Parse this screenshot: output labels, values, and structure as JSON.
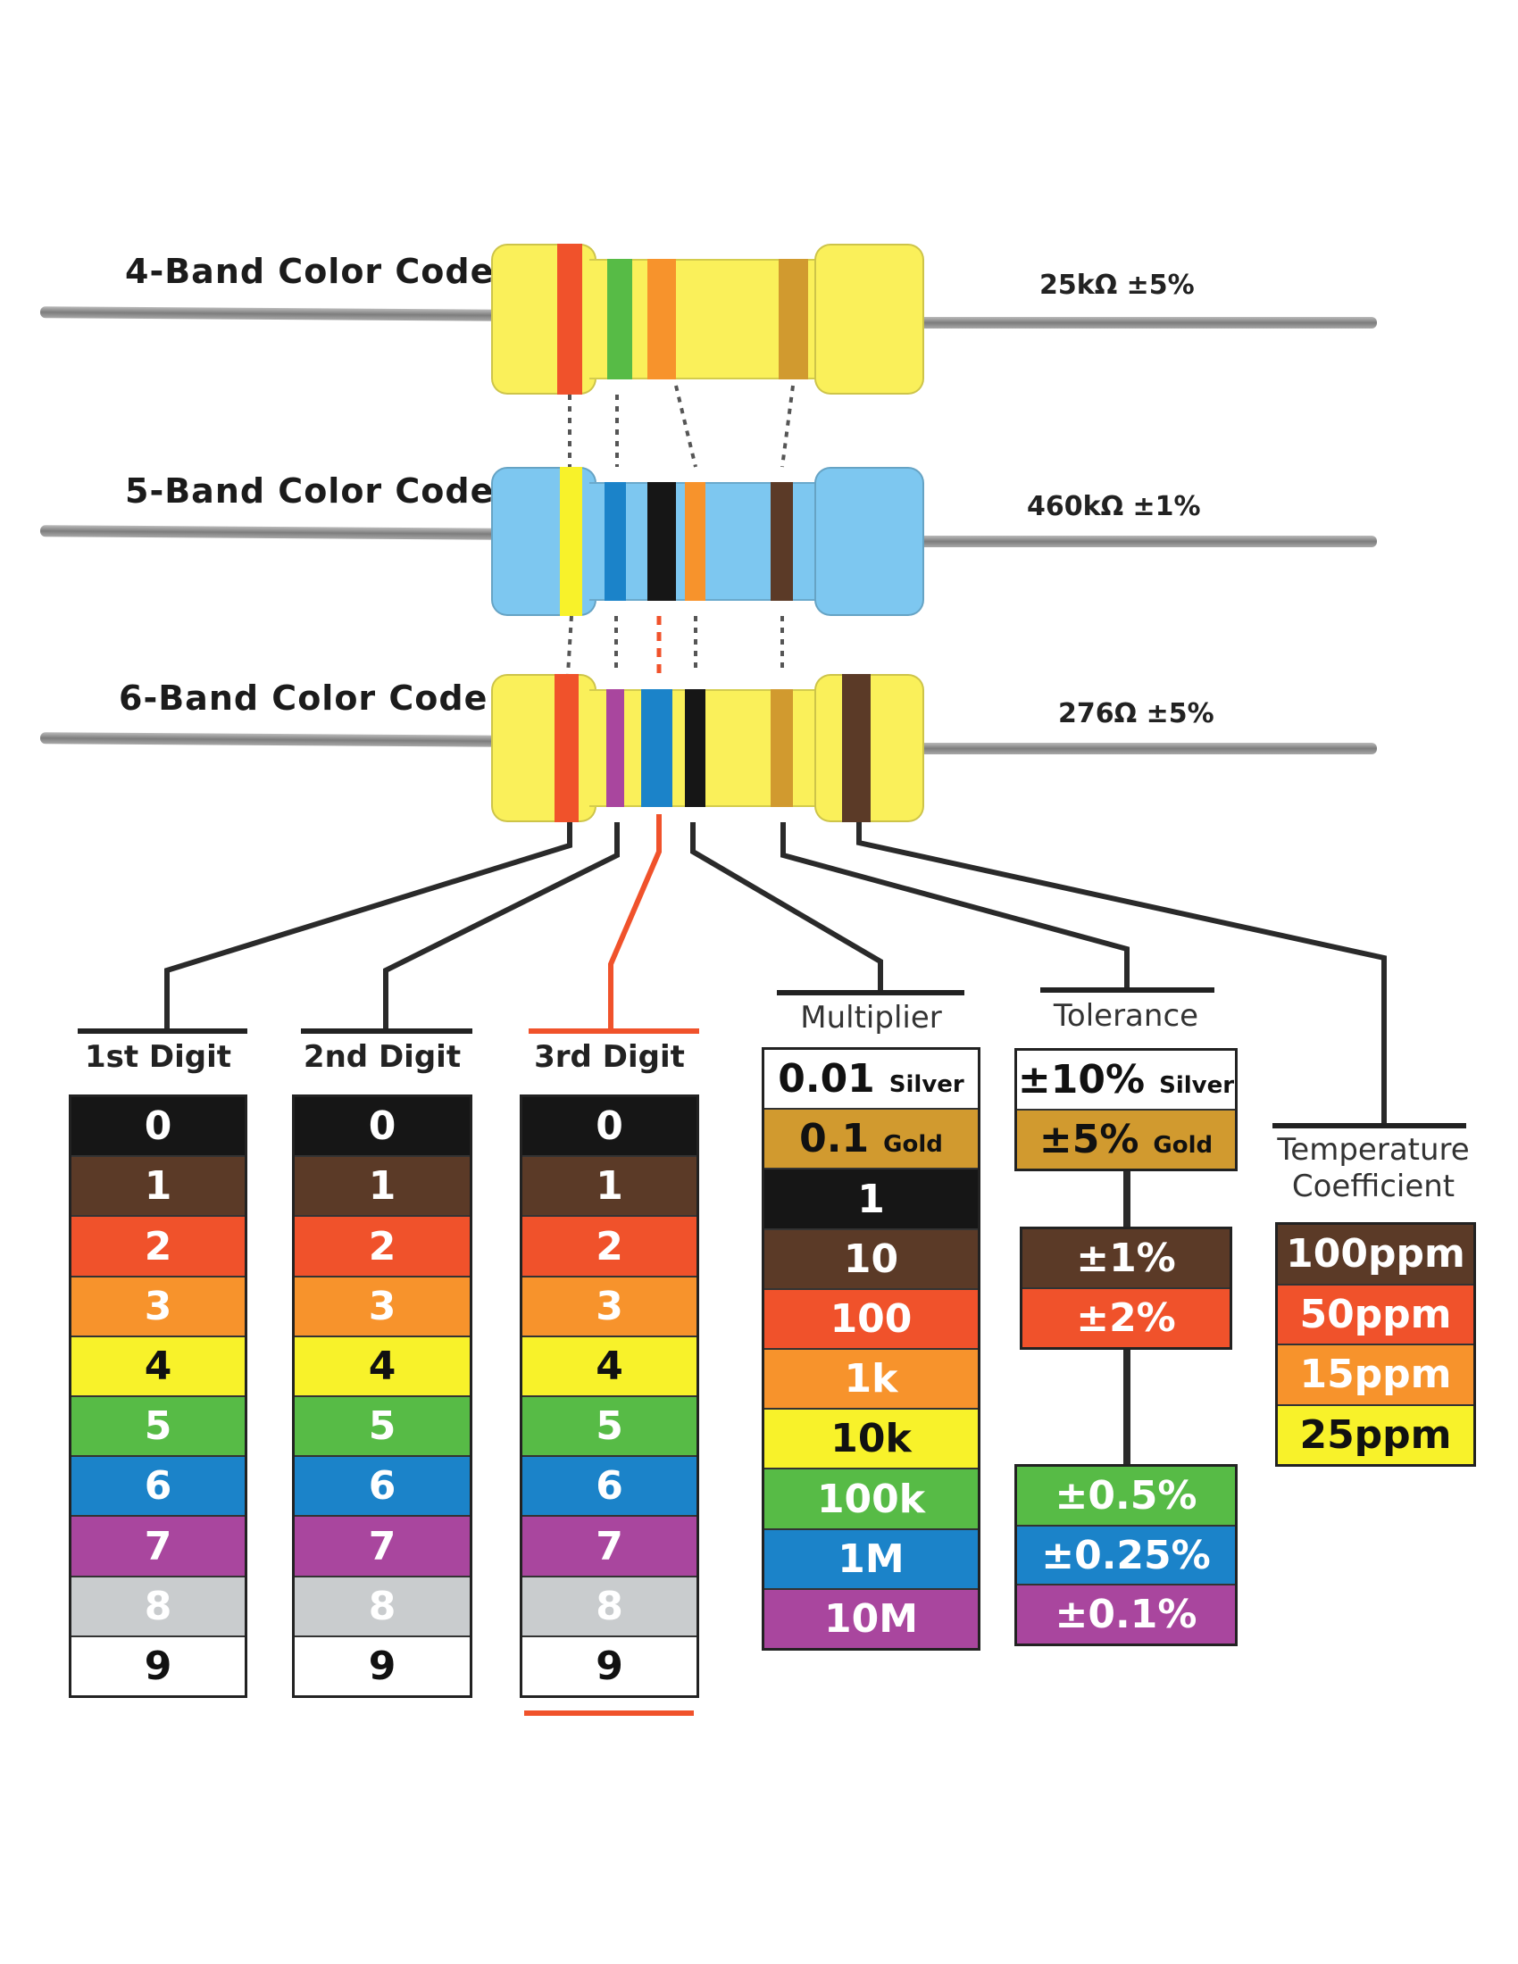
{
  "colors": {
    "black": "#161616",
    "brown": "#5b3a27",
    "red": "#f0522b",
    "orange": "#f7932c",
    "yellow": "#f8f22a",
    "green": "#57bb46",
    "blue": "#1b83c9",
    "violet": "#a9469e",
    "gray": "#c9ccce",
    "white": "#ffffff",
    "gold": "#d19a2f",
    "silver": "#ffffff",
    "body_yellow": "#faf05a",
    "body_blue": "#7dc7f0",
    "accent_red": "#f0522b"
  },
  "resistors": [
    {
      "title": "4-Band Color Code",
      "value": "25kΩ ±5%",
      "body": "body_yellow",
      "bands": [
        "red",
        "green",
        "orange",
        "gold"
      ]
    },
    {
      "title": "5-Band Color Code",
      "value": "460kΩ ±1%",
      "body": "body_blue",
      "bands": [
        "yellow",
        "blue",
        "black",
        "orange",
        "brown"
      ]
    },
    {
      "title": "6-Band Color Code",
      "value": "276Ω ±5%",
      "body": "body_yellow",
      "bands": [
        "red",
        "violet",
        "blue",
        "black",
        "gold",
        "brown"
      ]
    }
  ],
  "digit_columns": [
    {
      "label": "1st Digit"
    },
    {
      "label": "2nd Digit"
    },
    {
      "label": "3rd Digit"
    }
  ],
  "digits": [
    {
      "text": "0",
      "color": "black"
    },
    {
      "text": "1",
      "color": "brown"
    },
    {
      "text": "2",
      "color": "red"
    },
    {
      "text": "3",
      "color": "orange"
    },
    {
      "text": "4",
      "color": "yellow"
    },
    {
      "text": "5",
      "color": "green"
    },
    {
      "text": "6",
      "color": "blue"
    },
    {
      "text": "7",
      "color": "violet"
    },
    {
      "text": "8",
      "color": "gray"
    },
    {
      "text": "9",
      "color": "white"
    }
  ],
  "multiplier": {
    "label": "Multiplier",
    "rows": [
      {
        "text": "0.01",
        "sub": "Silver",
        "color": "silver"
      },
      {
        "text": "0.1",
        "sub": "Gold",
        "color": "gold"
      },
      {
        "text": "1",
        "color": "black"
      },
      {
        "text": "10",
        "color": "brown"
      },
      {
        "text": "100",
        "color": "red"
      },
      {
        "text": "1k",
        "color": "orange"
      },
      {
        "text": "10k",
        "color": "yellow"
      },
      {
        "text": "100k",
        "color": "green"
      },
      {
        "text": "1M",
        "color": "blue"
      },
      {
        "text": "10M",
        "color": "violet"
      }
    ]
  },
  "tolerance": {
    "label": "Tolerance",
    "groups": [
      [
        {
          "text": "±10%",
          "sub": "Silver",
          "color": "silver"
        },
        {
          "text": "±5%",
          "sub": "Gold",
          "color": "gold"
        }
      ],
      [
        {
          "text": "±1%",
          "color": "brown"
        },
        {
          "text": "±2%",
          "color": "red"
        }
      ],
      [
        {
          "text": "±0.5%",
          "color": "green"
        },
        {
          "text": "±0.25%",
          "color": "blue"
        },
        {
          "text": "±0.1%",
          "color": "violet"
        }
      ]
    ]
  },
  "temperature": {
    "label_line1": "Temperature",
    "label_line2": "Coefficient",
    "rows": [
      {
        "text": "100ppm",
        "color": "brown"
      },
      {
        "text": "50ppm",
        "color": "red"
      },
      {
        "text": "15ppm",
        "color": "orange"
      },
      {
        "text": "25ppm",
        "color": "yellow"
      }
    ]
  }
}
